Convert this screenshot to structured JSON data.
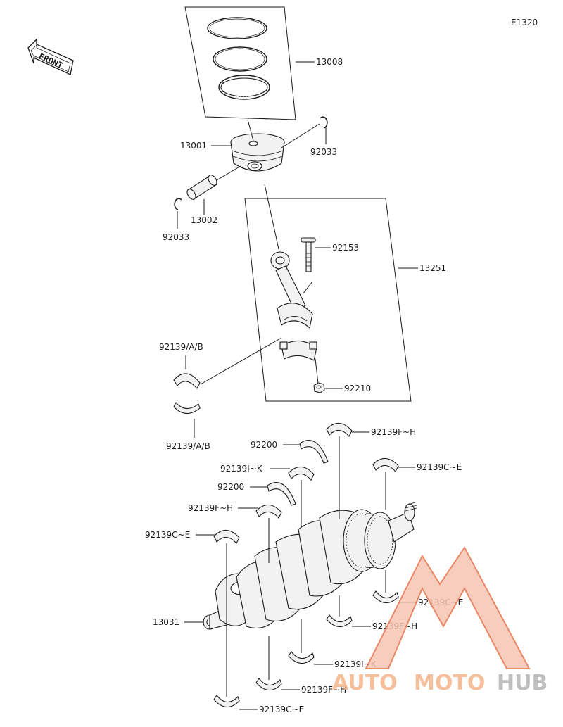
{
  "diagram": {
    "code": "E1320",
    "front_label": "FRONT"
  },
  "callouts": {
    "piston_ring_set": "13008",
    "piston": "13001",
    "circlip_right": "92033",
    "piston_pin": "13002",
    "circlip_left": "92033",
    "rod_bolt": "92153",
    "connecting_rod": "13251",
    "rod_bearing_upper": "92139/A/B",
    "rod_bearing_lower": "92139/A/B",
    "rod_nut": "92210",
    "main_top_1": "92139F~H",
    "thrust_washer_1": "92200",
    "main_top_2": "92139C~E",
    "main_top_3": "92139I~K",
    "thrust_washer_2": "92200",
    "main_top_4": "92139F~H",
    "main_top_5": "92139C~E",
    "crankshaft": "13031",
    "main_bot_1": "92139C~E",
    "main_bot_2": "92139F~H",
    "main_bot_3": "92139I~K",
    "main_bot_4": "92139F~H",
    "main_bot_5": "92139C~E"
  },
  "watermark": {
    "part1": "AUTO",
    "part2": "MOTO",
    "part3": "HUB",
    "color_primary": "#e8734a",
    "color_secondary": "#9a9a9a"
  }
}
